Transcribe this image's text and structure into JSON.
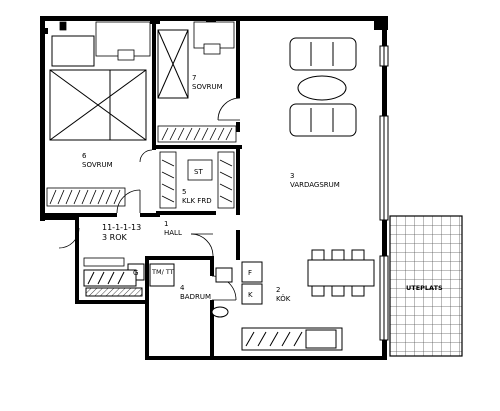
{
  "plan": {
    "apartment_code": "11-1-1-13",
    "apartment_type": "3 ROK",
    "rooms": [
      {
        "number": "6",
        "name": "SOVRUM"
      },
      {
        "number": "7",
        "name": "SOVRUM"
      },
      {
        "number": "3",
        "name": "VARDAGSRUM"
      },
      {
        "number": "5",
        "name": "KLK FRD"
      },
      {
        "number": "1",
        "name": "HALL"
      },
      {
        "number": "4",
        "name": "BADRUM"
      },
      {
        "number": "2",
        "name": "KÖK"
      }
    ],
    "outdoor": {
      "name": "UTEPLATS"
    },
    "fixtures": {
      "storage": "ST",
      "washer_dryer": "TM/ TT",
      "g": "G",
      "fridge": "F",
      "cooker": "K"
    },
    "colors": {
      "wall": "#000000",
      "line": "#222222",
      "background": "#ffffff",
      "hatch": "#444444"
    }
  }
}
